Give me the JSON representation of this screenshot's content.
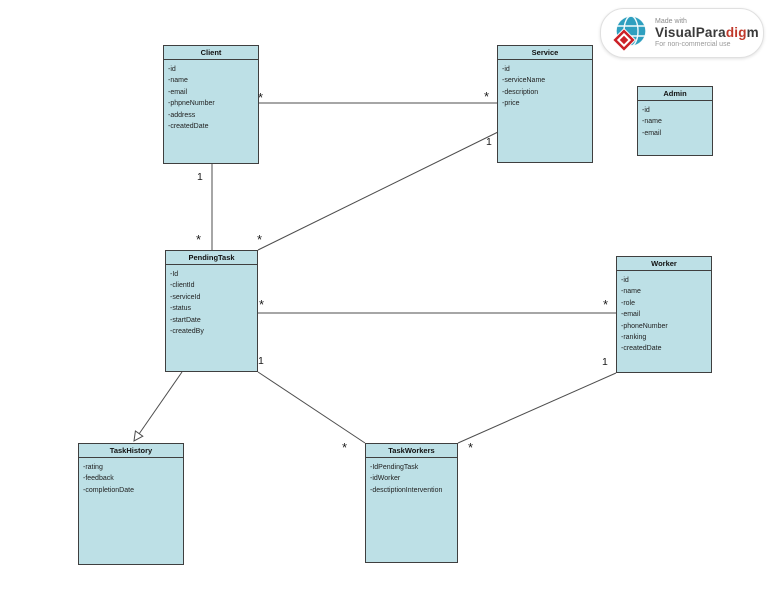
{
  "diagram": {
    "classes": [
      {
        "name": "Client",
        "attributes": [
          "-id",
          "-name",
          "-email",
          "-phpneNumber",
          "-address",
          "-createdDate"
        ]
      },
      {
        "name": "Service",
        "attributes": [
          "-id",
          "-serviceName",
          "-description",
          "-price"
        ]
      },
      {
        "name": "Admin",
        "attributes": [
          "-id",
          "-name",
          "-email"
        ]
      },
      {
        "name": "PendingTask",
        "attributes": [
          "-Id",
          "-clientId",
          "-serviceId",
          "-status",
          "-startDate",
          "-createdBy"
        ]
      },
      {
        "name": "Worker",
        "attributes": [
          "-id",
          "-name",
          "-role",
          "-email",
          "-phoneNumber",
          "-ranking",
          "-createdDate"
        ]
      },
      {
        "name": "TaskHistory",
        "attributes": [
          "-rating",
          "-feedback",
          "-completionDate"
        ]
      },
      {
        "name": "TaskWorkers",
        "attributes": [
          "-IdPendingTask",
          "-idWorker",
          "-desctiptionIntervention"
        ]
      }
    ],
    "multiplicities": [
      {
        "text": "*"
      },
      {
        "text": "*"
      },
      {
        "text": "1"
      },
      {
        "text": "*"
      },
      {
        "text": "*"
      },
      {
        "text": "1"
      },
      {
        "text": "*"
      },
      {
        "text": "*"
      },
      {
        "text": "1"
      },
      {
        "text": "*"
      },
      {
        "text": "*"
      },
      {
        "text": "1"
      }
    ]
  },
  "badge": {
    "made_with": "Made with",
    "brand_part1": "VisualPara",
    "brand_accent": "dig",
    "brand_part2": "m",
    "license": "For non-commercial use"
  },
  "colors": {
    "class_fill": "#bde0e6",
    "class_border": "#3f3f3f",
    "connector": "#4d4d4d",
    "brand_accent": "#c0392b",
    "globe_blue": "#2e9fbf",
    "diamond_red": "#cc2027"
  }
}
